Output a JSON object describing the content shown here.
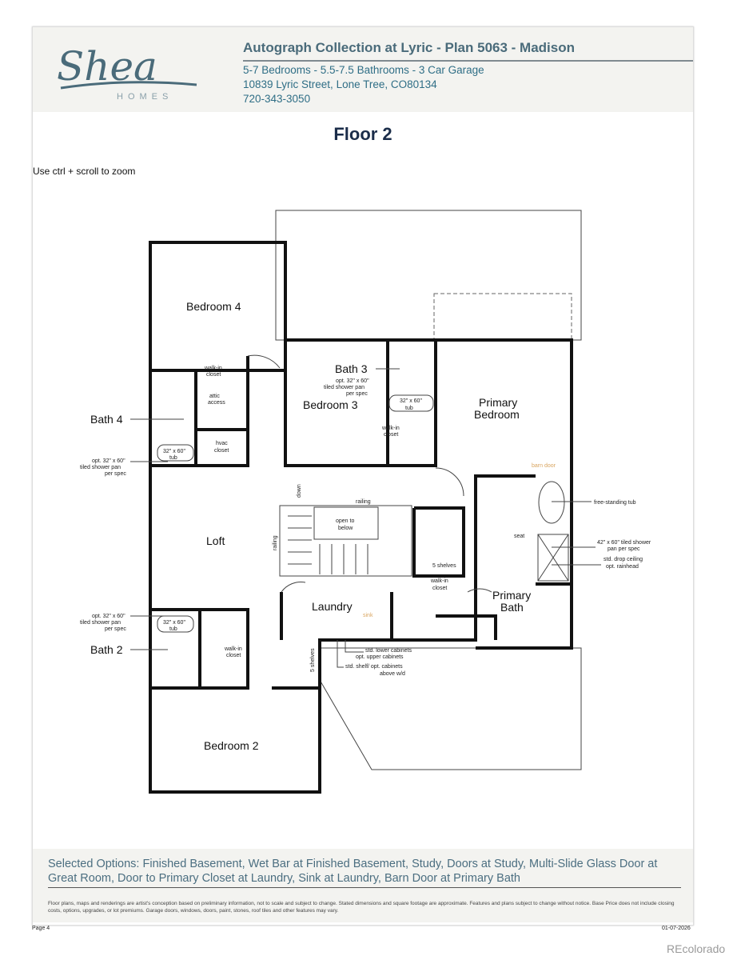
{
  "brand": {
    "logo_text": "Shea",
    "logo_sub": "HOMES",
    "color": "#4a6b7a"
  },
  "header": {
    "title": "Autograph Collection at Lyric - Plan 5063 - Madison",
    "specs": "5-7 Bedrooms - 5.5-7.5 Bathrooms - 3 Car Garage",
    "address": "10839 Lyric Street, Lone Tree, CO80134",
    "phone": "720-343-3050"
  },
  "floor_title": "Floor 2",
  "zoom_hint": "Use ctrl + scroll to zoom",
  "floorplan": {
    "rooms": {
      "bedroom4": "Bedroom 4",
      "bath3": "Bath 3",
      "bedroom3": "Bedroom 3",
      "primary_bedroom_1": "Primary",
      "primary_bedroom_2": "Bedroom",
      "bath4": "Bath 4",
      "loft": "Loft",
      "laundry": "Laundry",
      "primary_bath_1": "Primary",
      "primary_bath_2": "Bath",
      "bath2": "Bath 2",
      "bedroom2": "Bedroom 2"
    },
    "notes": {
      "walkin1_a": "walk-in",
      "walkin1_b": "closet",
      "attic_a": "attic",
      "attic_b": "access",
      "hvac_a": "hvac",
      "hvac_b": "closet",
      "tub": "32\" x 60\"",
      "tub_b": "tub",
      "opt_shower_a": "opt. 32\" x 60\"",
      "opt_shower_b": "tiled shower pan",
      "opt_shower_c": "per spec",
      "walkin3_a": "walk-in",
      "walkin3_b": "closet",
      "down": "down",
      "railing": "railing",
      "railing2": "railing",
      "open_a": "open to",
      "open_b": "below",
      "shelves": "5 shelves",
      "shelves2": "5 shelves",
      "walkin_p_a": "walk-in",
      "walkin_p_b": "closet",
      "barn_door": "barn door",
      "freestanding_tub": "free-standing tub",
      "seat": "seat",
      "shower_42_a": "42\" x 60\" tiled shower",
      "shower_42_b": "pan per spec",
      "ceiling_a": "std. drop ceiling",
      "ceiling_b": "opt. rainhead",
      "sink": "sink",
      "lower_cab_a": "std. lower cabinets",
      "lower_cab_b": "opt. upper cabinets",
      "shelf_a": "std. shelf/ opt. cabinets",
      "shelf_b": "above w/d",
      "walkin2_a": "walk-in",
      "walkin2_b": "closet"
    }
  },
  "footer": {
    "selected_options": "Selected Options: Finished Basement, Wet Bar at Finished Basement, Study, Doors at Study, Multi-Slide Glass Door at Great Room, Door to Primary Closet at Laundry, Sink at Laundry, Barn Door at Primary Bath",
    "disclaimer": "Floor plans, maps and renderings are artist's conception based on preliminary information, not to scale and subject to change. Stated dimensions and square footage are approximate. Features and plans subject to change without notice. Base Price does not include closing costs, options, upgrades, or lot premiums. Garage doors, windows, doors, paint, stones, roof tiles and other features may vary.",
    "page": "Page 4",
    "date": "01-07-2026"
  },
  "watermark": "REcolorado"
}
